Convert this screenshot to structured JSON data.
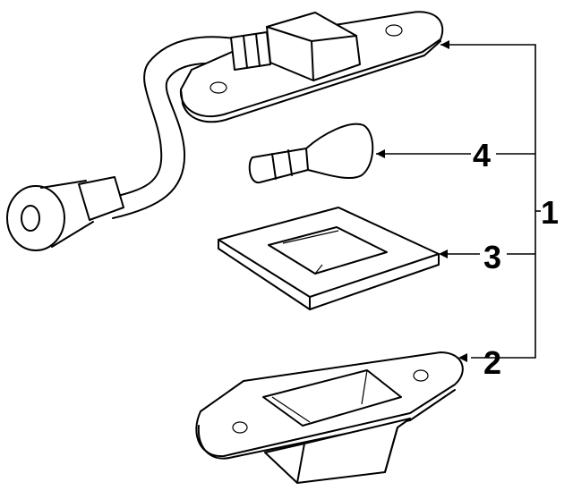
{
  "callouts": {
    "assembly": "1",
    "lens_housing": "2",
    "gasket": "3",
    "bulb": "4"
  }
}
